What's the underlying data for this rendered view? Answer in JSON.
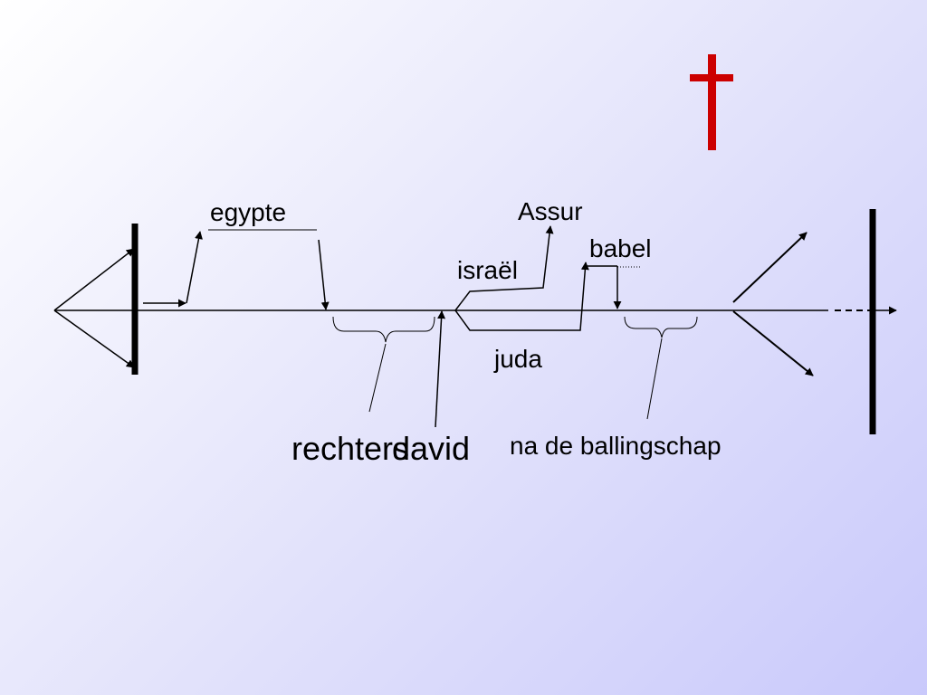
{
  "colors": {
    "cross": "#cc0000",
    "lines": "#000000",
    "background_start": "#ffffff",
    "background_end": "#c9c9fb"
  },
  "symbols": {
    "top_right": "cross-icon"
  },
  "labels": {
    "egypte": "egypte",
    "assur": "Assur",
    "babel": "babel",
    "israel": "israël",
    "juda": "juda",
    "rechters": "rechters",
    "david": "david",
    "na_de_ballingschap": "na de ballingschap"
  }
}
